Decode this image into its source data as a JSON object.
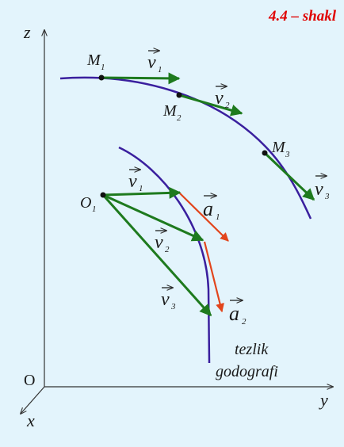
{
  "figure_label": "4.4 – shakl",
  "axes": {
    "z": "z",
    "x": "x",
    "y": "y",
    "origin": "O"
  },
  "points": {
    "M1": "M",
    "M2": "M",
    "M3": "M",
    "O1": "O"
  },
  "subscripts": {
    "one": "1",
    "two": "2",
    "three": "3"
  },
  "vectors": {
    "v": "v",
    "a": "a"
  },
  "hodograph_label": {
    "line1": "tezlik",
    "line2": "godografi"
  },
  "colors": {
    "background": "#e3f4fc",
    "trajectory": "#3a1f9e",
    "velocity": "#1e7a1e",
    "acceleration": "#e2451c",
    "axis": "#333333",
    "title": "#e00000"
  }
}
